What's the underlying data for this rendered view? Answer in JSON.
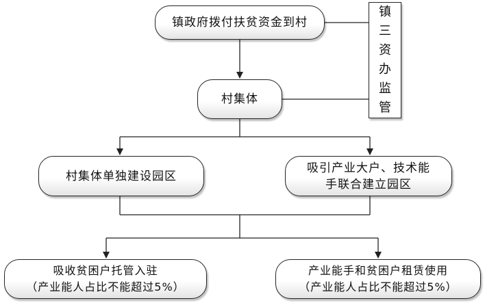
{
  "nodes": {
    "top": "镇政府拨付扶贫资金到村",
    "collective": "村集体",
    "left_mid": "村集体单独建设园区",
    "right_mid_line1": "吸引产业大户、技术能",
    "right_mid_line2": "手联合建立园区",
    "bottom_left_line1": "吸收贫困户托管入驻",
    "bottom_left_line2": "（产业能人占比不能超过5%）",
    "bottom_right_line1": "产业能手和贫困户租赁使用",
    "bottom_right_line2": "（产业能人占比不能超过5%）"
  },
  "supervision": {
    "chars": [
      "镇",
      "三",
      "资",
      "办",
      "监",
      "管"
    ]
  }
}
